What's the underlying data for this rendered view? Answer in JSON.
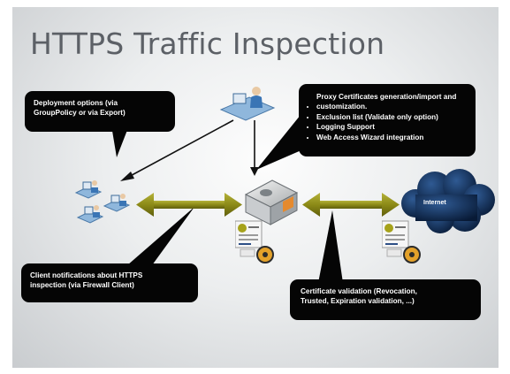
{
  "slide": {
    "title": "HTTPS Traffic Inspection",
    "callouts": {
      "deployment": {
        "lines": [
          "Deployment options (via",
          "GroupPolicy or via Export)"
        ]
      },
      "proxy": {
        "items": [
          "Proxy Certificates generation/import and customization.",
          "Exclusion list (Validate only option)",
          "Logging Support",
          "Web Access Wizard integration"
        ]
      },
      "client_notifications": {
        "lines": [
          "Client notifications about HTTPS",
          "inspection (via Firewall Client)"
        ]
      },
      "certificate_validation": {
        "lines": [
          "Certificate validation (Revocation,",
          "Trusted, Expiration validation, ...)"
        ]
      }
    },
    "internet_label": "Internet",
    "colors": {
      "callout_bg": "#050505",
      "arrow_green": "#8c8a17",
      "cloud": "#122b52",
      "title": "#5c6066"
    }
  }
}
